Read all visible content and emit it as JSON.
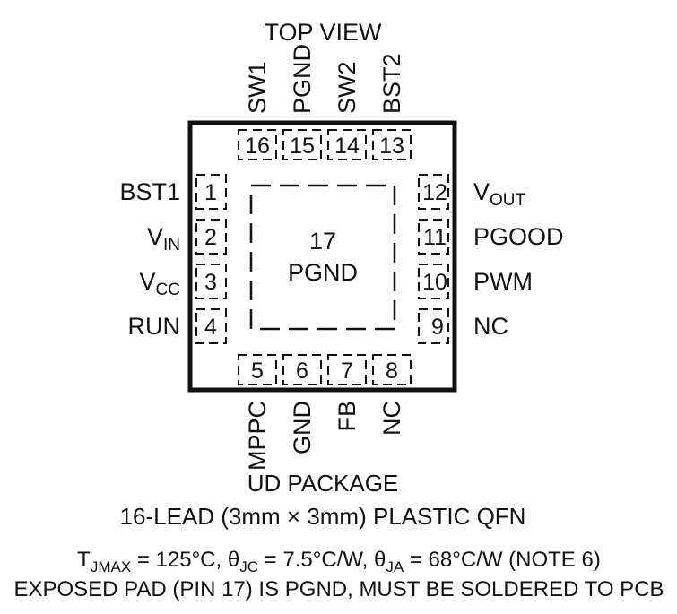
{
  "view_label": "TOP VIEW",
  "package": {
    "name": "UD PACKAGE",
    "description": "16-LEAD (3mm × 3mm) PLASTIC QFN"
  },
  "exposed_pad": {
    "number": "17",
    "name": "PGND"
  },
  "pins": {
    "left": [
      {
        "num": "1",
        "label": "BST1",
        "sub": ""
      },
      {
        "num": "2",
        "label": "V",
        "sub": "IN"
      },
      {
        "num": "3",
        "label": "V",
        "sub": "CC"
      },
      {
        "num": "4",
        "label": "RUN",
        "sub": ""
      }
    ],
    "right": [
      {
        "num": "12",
        "label": "V",
        "sub": "OUT"
      },
      {
        "num": "11",
        "label": "PGOOD",
        "sub": ""
      },
      {
        "num": "10",
        "label": "PWM",
        "sub": ""
      },
      {
        "num": "9",
        "label": "NC",
        "sub": ""
      }
    ],
    "top": [
      {
        "num": "16",
        "label": "SW1"
      },
      {
        "num": "15",
        "label": "PGND"
      },
      {
        "num": "14",
        "label": "SW2"
      },
      {
        "num": "13",
        "label": "BST2"
      }
    ],
    "bottom": [
      {
        "num": "5",
        "label": "MPPC"
      },
      {
        "num": "6",
        "label": "GND"
      },
      {
        "num": "7",
        "label": "FB"
      },
      {
        "num": "8",
        "label": "NC"
      }
    ]
  },
  "thermal": {
    "t_sym": "T",
    "t_sub": "JMAX",
    "t_val": " = 125°C, ",
    "jc_sym": "θ",
    "jc_sub": "JC",
    "jc_val": " = 7.5°C/W, ",
    "ja_sym": "θ",
    "ja_sub": "JA",
    "ja_val": " = 68°C/W (NOTE 6)"
  },
  "note": "EXPOSED PAD (PIN 17) IS PGND, MUST BE SOLDERED TO PCB"
}
